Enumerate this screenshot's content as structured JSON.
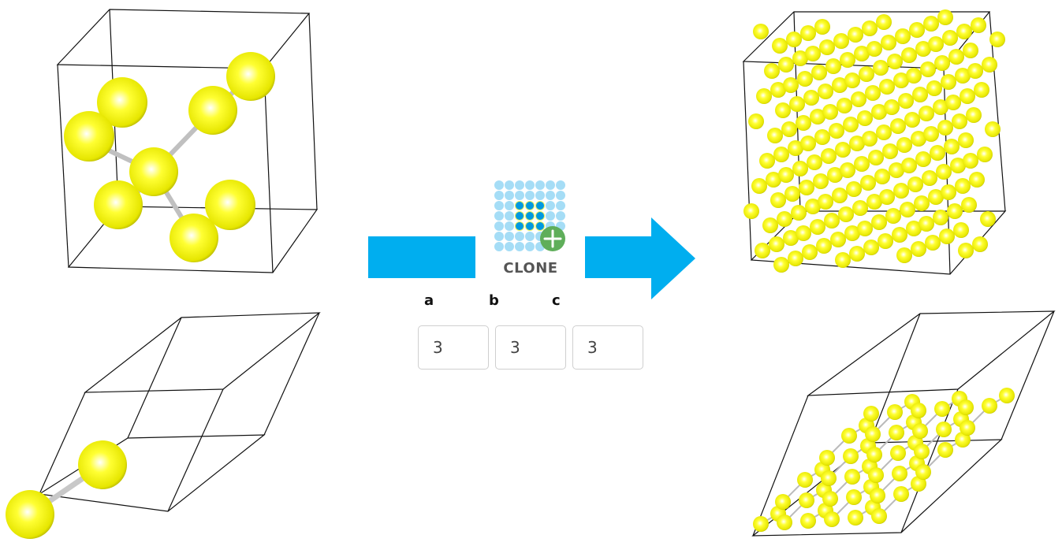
{
  "colors": {
    "arrow": "#00AEEF",
    "atom": "#FFFF1A",
    "bond": "#BFBFBF",
    "cell_line": "#111111",
    "plus_badge": "#5FAE5A",
    "grid_light": "#A5DDF6",
    "grid_dark": "#0099E0"
  },
  "clone": {
    "label": "CLONE",
    "icon": "clone-supercell-icon"
  },
  "axes": {
    "labels": [
      "a",
      "b",
      "c"
    ],
    "values": [
      "3",
      "3",
      "3"
    ]
  },
  "structures": {
    "input_conventional": "unit-cell-conventional",
    "input_primitive": "unit-cell-primitive",
    "output_conventional": "supercell-3x3x3-conventional",
    "output_primitive": "supercell-3x3x3-primitive"
  }
}
